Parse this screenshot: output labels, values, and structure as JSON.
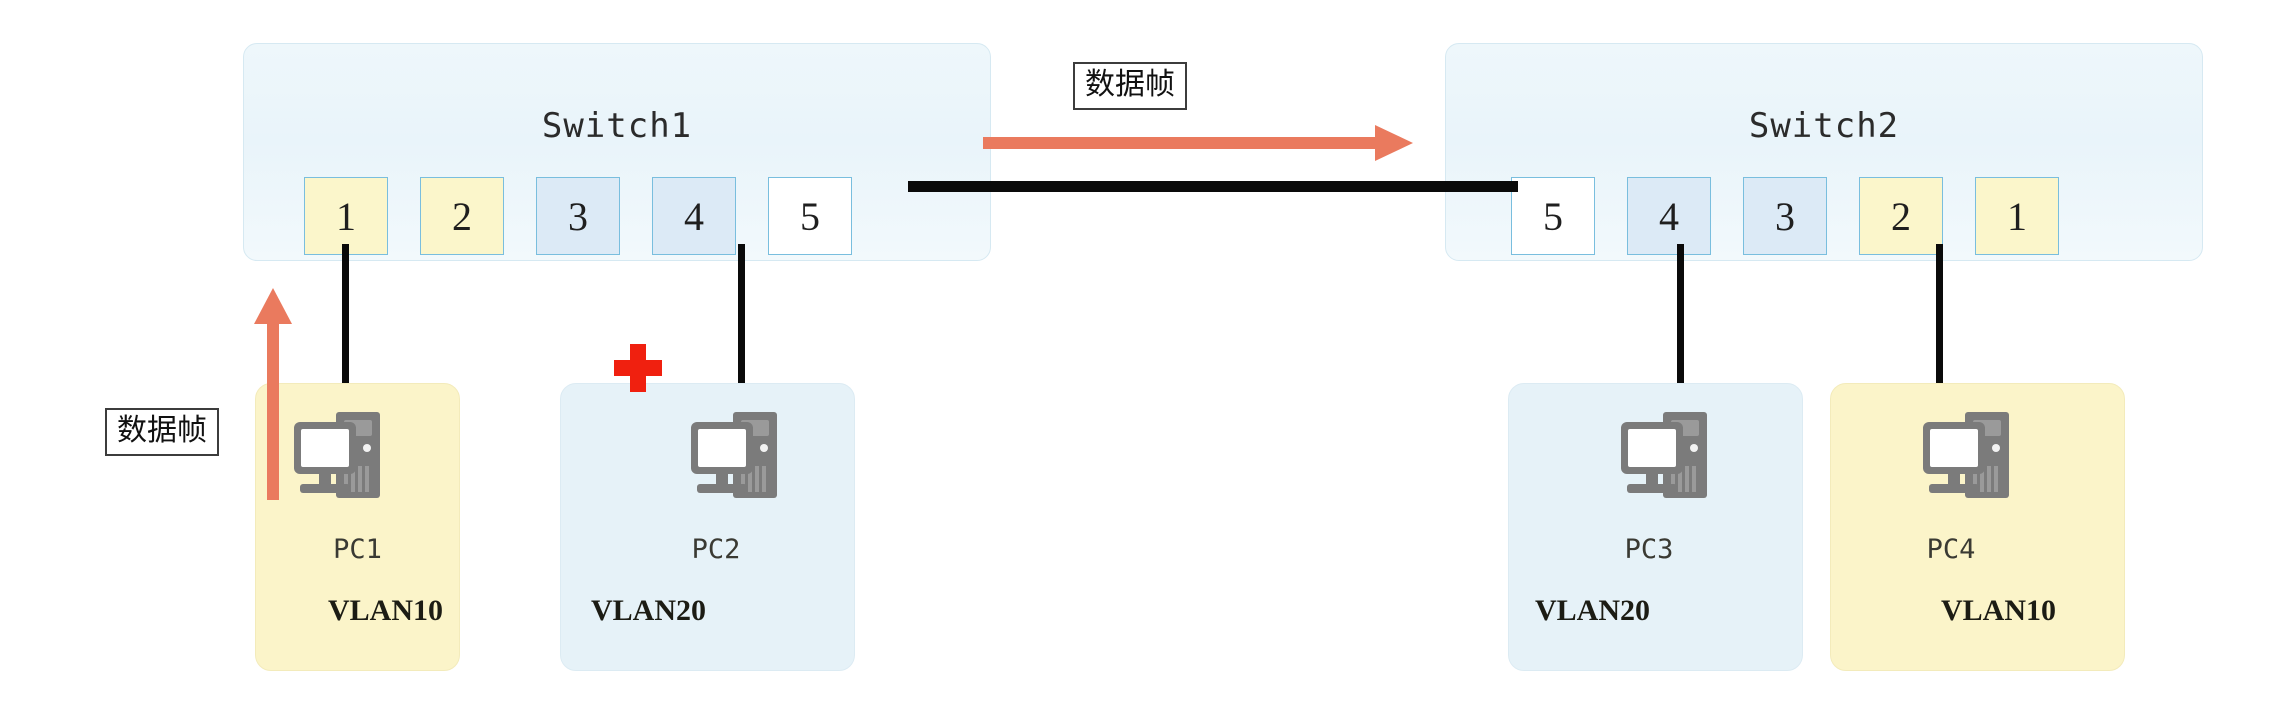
{
  "diagram": {
    "title_note": "VLAN data frame forwarding between two switches",
    "colors": {
      "vlan10_fill": "#fbf6cb",
      "vlan20_fill": "#dceaf6",
      "trunk_fill": "#ffffff",
      "port_border": "#79bede",
      "switch_fill": "#eef7fb",
      "pc_vlan10_fill": "#fbf4c9",
      "pc_vlan20_fill": "#e6f2f8",
      "cable": "#0a0a0a",
      "arrow": "#ea7a5e",
      "cross": "#f0200f"
    }
  },
  "switches": [
    {
      "id": "switch1",
      "label": "Switch1",
      "ports": [
        {
          "number": "1",
          "vlan": "vlan10"
        },
        {
          "number": "2",
          "vlan": "vlan10"
        },
        {
          "number": "3",
          "vlan": "vlan20"
        },
        {
          "number": "4",
          "vlan": "vlan20"
        },
        {
          "number": "5",
          "vlan": "trunk"
        }
      ]
    },
    {
      "id": "switch2",
      "label": "Switch2",
      "ports": [
        {
          "number": "5",
          "vlan": "trunk"
        },
        {
          "number": "4",
          "vlan": "vlan20"
        },
        {
          "number": "3",
          "vlan": "vlan20"
        },
        {
          "number": "2",
          "vlan": "vlan10"
        },
        {
          "number": "1",
          "vlan": "vlan10"
        }
      ]
    }
  ],
  "hosts": [
    {
      "id": "pc1",
      "name": "PC1",
      "vlan_label": "VLAN10",
      "vlan": "vlan10",
      "connected_port": "1",
      "switch": "Switch1"
    },
    {
      "id": "pc2",
      "name": "PC2",
      "vlan_label": "VLAN20",
      "vlan": "vlan20",
      "connected_port": "4",
      "switch": "Switch1"
    },
    {
      "id": "pc3",
      "name": "PC3",
      "vlan_label": "VLAN20",
      "vlan": "vlan20",
      "connected_port": "4",
      "switch": "Switch2"
    },
    {
      "id": "pc4",
      "name": "PC4",
      "vlan_label": "VLAN10",
      "vlan": "vlan10",
      "connected_port": "2",
      "switch": "Switch2"
    }
  ],
  "annotations": {
    "frame_label_left": "数据帧",
    "frame_label_top": "数据帧",
    "blocked_marker": "red-cross"
  },
  "icons": {
    "desktop": "desktop-computer-icon",
    "cross": "red-cross-icon",
    "arrow_up": "arrow-up-icon",
    "arrow_right": "arrow-right-icon"
  }
}
